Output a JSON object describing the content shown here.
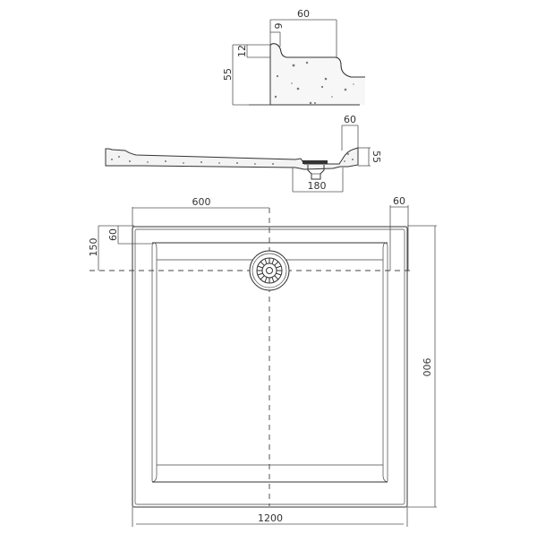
{
  "detail_profile": {
    "title": "rim-edge-profile-detail",
    "dimensions": {
      "width": "60",
      "rim_top": "9",
      "rim_height": "12",
      "total_height": "55"
    }
  },
  "section_view": {
    "title": "cross-section",
    "dimensions": {
      "rim_width": "60",
      "height": "55",
      "drain_box": "180"
    }
  },
  "plan_view": {
    "title": "top-plan",
    "dimensions": {
      "drain_offset_x": "600",
      "drain_offset_y": "150",
      "rim_depth": "60",
      "rim_width": "60",
      "depth": "900",
      "width": "1200"
    }
  },
  "colors": {
    "line": "#333333",
    "background": "#ffffff",
    "stone_fill": "#f3f3f3"
  }
}
